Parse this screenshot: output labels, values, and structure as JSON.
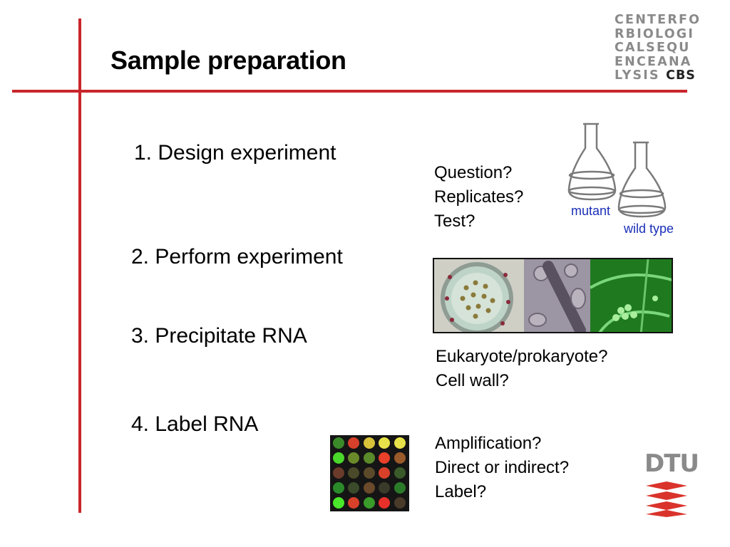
{
  "slide": {
    "title": "Sample preparation",
    "logo_cbs_lines": [
      "CENTERFO",
      "RBIOLOGI",
      "CALSEQU",
      "ENCEANA",
      "LYSIS"
    ],
    "logo_cbs_strong": "CBS",
    "logo_dtu": "DTU",
    "steps": [
      "1. Design experiment",
      "2. Perform experiment",
      "3. Precipitate RNA",
      "4. Label RNA"
    ],
    "design_questions": [
      "Question?",
      "Replicates?",
      "Test?"
    ],
    "flask_labels": {
      "mutant": "mutant",
      "wild_type": "wild type"
    },
    "cell_questions": [
      "Eukaryote/prokaryote?",
      "Cell wall?"
    ],
    "label_questions": [
      "Amplification?",
      "Direct or indirect?",
      "Label?"
    ]
  },
  "colors": {
    "accent_red": "#c8262b",
    "label_blue": "#1a2fb8",
    "logo_grey": "#8a8a8a",
    "dtu_red": "#d9332b"
  },
  "icons": [
    "flask-icon",
    "dtu-logo-icon"
  ]
}
